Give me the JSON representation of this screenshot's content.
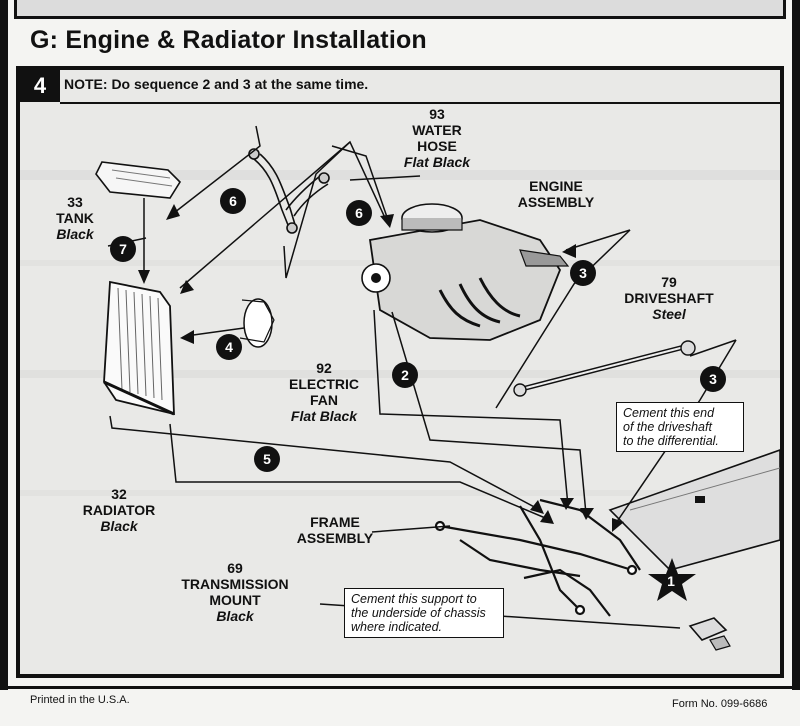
{
  "section": {
    "title": "G: Engine & Radiator Installation"
  },
  "step": {
    "number": "4",
    "note": "NOTE: Do sequence 2 and 3 at the same time."
  },
  "parts": {
    "water_hose": {
      "number": "93",
      "name_1": "WATER",
      "name_2": "HOSE",
      "color": "Flat Black"
    },
    "engine": {
      "name_1": "ENGINE",
      "name_2": "ASSEMBLY"
    },
    "tank": {
      "number": "33",
      "name": "TANK",
      "color": "Black"
    },
    "driveshaft": {
      "number": "79",
      "name": "DRIVESHAFT",
      "color": "Steel"
    },
    "electric_fan": {
      "number": "92",
      "name_1": "ELECTRIC",
      "name_2": "FAN",
      "color": "Flat Black"
    },
    "radiator": {
      "number": "32",
      "name": "RADIATOR",
      "color": "Black"
    },
    "frame": {
      "name_1": "FRAME",
      "name_2": "ASSEMBLY"
    },
    "transmission_mount": {
      "number": "69",
      "name_1": "TRANSMISSION",
      "name_2": "MOUNT",
      "color": "Black"
    }
  },
  "callouts": {
    "driveshaft_note": [
      "Cement this end",
      "of the driveshaft",
      "to the differential."
    ],
    "support_note": [
      "Cement this support to",
      "the underside of chassis",
      "where indicated."
    ]
  },
  "sequence_badges": [
    "1",
    "2",
    "3",
    "3",
    "4",
    "5",
    "6",
    "6",
    "7"
  ],
  "footer": {
    "printed": "Printed in the U.S.A.",
    "form": "Form No. 099-6686"
  }
}
